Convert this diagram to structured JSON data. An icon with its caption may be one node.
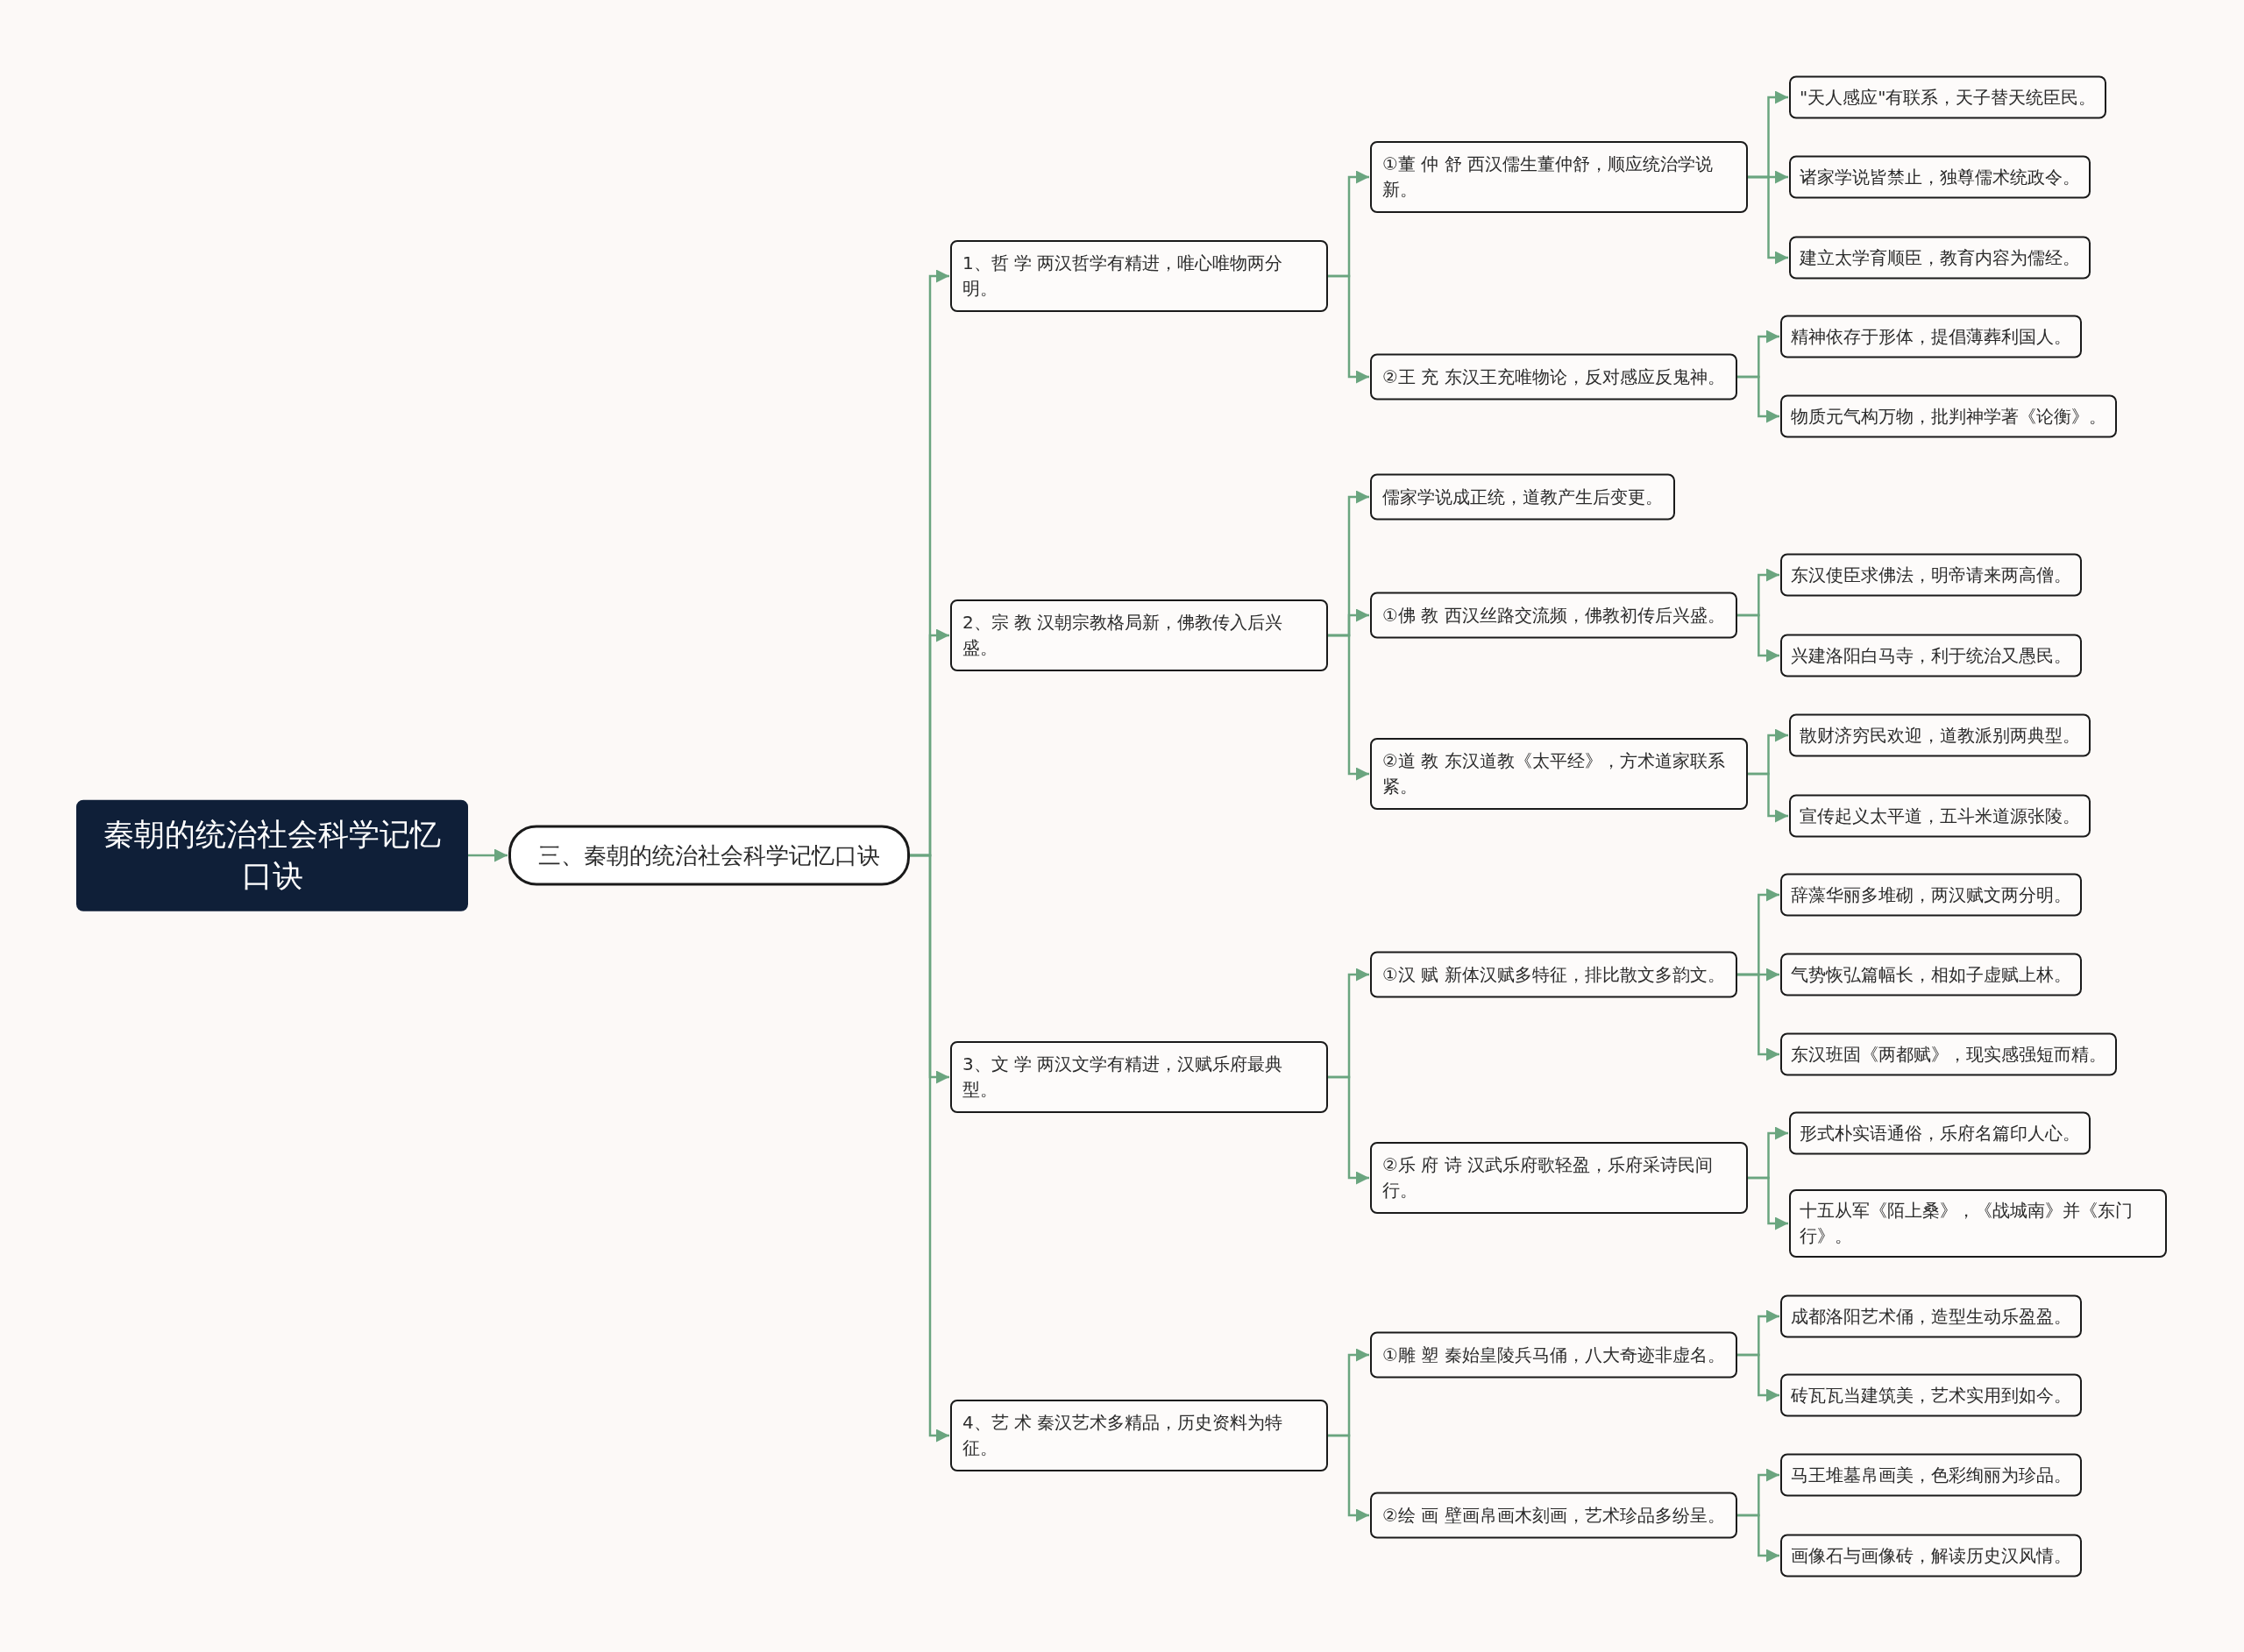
{
  "diagram": {
    "nodes": [
      {
        "text": [
          "秦朝的统治社会科学记忆口诀"
        ]
      },
      {
        "text": [
          "三、秦朝的统治社会科学记忆口诀"
        ]
      },
      {
        "text": [
          "1、哲 学 两汉哲学有精进，唯心唯物两分明。"
        ]
      },
      {
        "text": [
          "①董 仲 舒 西汉儒生董仲舒，顺应统治学说新。"
        ]
      },
      {
        "text": [
          "\"天人感应\"有联系，天子替天统臣民。"
        ]
      },
      {
        "text": [
          "诸家学说皆禁止，独尊儒术统政令。"
        ]
      },
      {
        "text": [
          "建立太学育顺臣，教育内容为儒经。"
        ]
      },
      {
        "text": [
          "②王 充 东汉王充唯物论，反对感应反鬼神。"
        ]
      },
      {
        "text": [
          "精神依存于形体，提倡薄葬利国人。"
        ]
      },
      {
        "text": [
          "物质元气构万物，批判神学著《论衡》。"
        ]
      },
      {
        "text": [
          "2、宗 教 汉朝宗教格局新，佛教传入后兴盛。"
        ]
      },
      {
        "text": [
          "儒家学说成正统，道教产生后变更。"
        ]
      },
      {
        "text": [
          "①佛 教 西汉丝路交流频，佛教初传后兴盛。"
        ]
      },
      {
        "text": [
          "东汉使臣求佛法，明帝请来两高僧。"
        ]
      },
      {
        "text": [
          "兴建洛阳白马寺，利于统治又愚民。"
        ]
      },
      {
        "text": [
          "②道 教 东汉道教《太平经》，方术道家联系紧。"
        ]
      },
      {
        "text": [
          "散财济穷民欢迎，道教派别两典型。"
        ]
      },
      {
        "text": [
          "宣传起义太平道，五斗米道源张陵。"
        ]
      },
      {
        "text": [
          "3、文 学 两汉文学有精进，汉赋乐府最典型。"
        ]
      },
      {
        "text": [
          "①汉 赋 新体汉赋多特征，排比散文多韵文。"
        ]
      },
      {
        "text": [
          "辞藻华丽多堆砌，两汉赋文两分明。"
        ]
      },
      {
        "text": [
          "气势恢弘篇幅长，相如子虚赋上林。"
        ]
      },
      {
        "text": [
          "东汉班固《两都赋》，现实感强短而精。"
        ]
      },
      {
        "text": [
          "②乐 府 诗 汉武乐府歌轻盈，乐府采诗民间行。"
        ]
      },
      {
        "text": [
          "形式朴实语通俗，乐府名篇印人心。"
        ]
      },
      {
        "text": [
          "十五从军《陌上桑》，《战城南》并《东门行》。"
        ]
      },
      {
        "text": [
          "4、艺 术 秦汉艺术多精品，历史资料为特征。"
        ]
      },
      {
        "text": [
          "①雕 塑 秦始皇陵兵马俑，八大奇迹非虚名。"
        ]
      },
      {
        "text": [
          "成都洛阳艺术俑，造型生动乐盈盈。"
        ]
      },
      {
        "text": [
          "砖瓦瓦当建筑美，艺术实用到如今。"
        ]
      },
      {
        "text": [
          "②绘 画 壁画帛画木刻画，艺术珍品多纷呈。"
        ]
      },
      {
        "text": [
          "马王堆墓帛画美，色彩绚丽为珍品。"
        ]
      },
      {
        "text": [
          "画像石与画像砖，解读历史汉风情。"
        ]
      }
    ],
    "edges": [
      {
        "from": 0,
        "to": 1,
        "arrow": "to"
      },
      {
        "from": 1,
        "to": 2,
        "arrow": "to"
      },
      {
        "from": 2,
        "to": 3,
        "arrow": "to"
      },
      {
        "from": 3,
        "to": 4,
        "arrow": "to"
      },
      {
        "from": 3,
        "to": 5,
        "arrow": "to"
      },
      {
        "from": 3,
        "to": 6,
        "arrow": "to"
      },
      {
        "from": 2,
        "to": 7,
        "arrow": "to"
      },
      {
        "from": 7,
        "to": 8,
        "arrow": "to"
      },
      {
        "from": 7,
        "to": 9,
        "arrow": "to"
      },
      {
        "from": 1,
        "to": 10,
        "arrow": "to"
      },
      {
        "from": 10,
        "to": 11,
        "arrow": "to"
      },
      {
        "from": 10,
        "to": 12,
        "arrow": "to"
      },
      {
        "from": 12,
        "to": 13,
        "arrow": "to"
      },
      {
        "from": 12,
        "to": 14,
        "arrow": "to"
      },
      {
        "from": 10,
        "to": 15,
        "arrow": "to"
      },
      {
        "from": 15,
        "to": 16,
        "arrow": "to"
      },
      {
        "from": 15,
        "to": 17,
        "arrow": "to"
      },
      {
        "from": 1,
        "to": 18,
        "arrow": "to"
      },
      {
        "from": 18,
        "to": 19,
        "arrow": "to"
      },
      {
        "from": 19,
        "to": 20,
        "arrow": "to"
      },
      {
        "from": 19,
        "to": 21,
        "arrow": "to"
      },
      {
        "from": 19,
        "to": 22,
        "arrow": "to"
      },
      {
        "from": 18,
        "to": 23,
        "arrow": "to"
      },
      {
        "from": 23,
        "to": 24,
        "arrow": "to"
      },
      {
        "from": 23,
        "to": 25,
        "arrow": "to"
      },
      {
        "from": 1,
        "to": 26,
        "arrow": "to"
      },
      {
        "from": 26,
        "to": 27,
        "arrow": "to"
      },
      {
        "from": 27,
        "to": 28,
        "arrow": "to"
      },
      {
        "from": 27,
        "to": 29,
        "arrow": "to"
      },
      {
        "from": 26,
        "to": 30,
        "arrow": "to"
      },
      {
        "from": 30,
        "to": 31,
        "arrow": "to"
      },
      {
        "from": 30,
        "to": 32,
        "arrow": "to"
      }
    ]
  }
}
